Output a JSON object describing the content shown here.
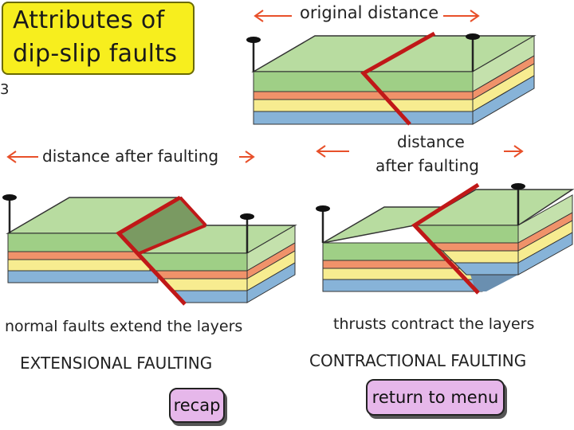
{
  "title": {
    "line1": "Attributes of",
    "line2": "dip-slip faults"
  },
  "slide_number": "3",
  "labels": {
    "original_distance": "original distance",
    "distance_after_faulting_left": "distance after faulting",
    "distance_after_faulting_right_line1": "distance",
    "distance_after_faulting_right_line2": "after faulting",
    "normal_caption": "normal faults extend the layers",
    "thrust_caption": "thrusts contract the layers",
    "extensional": "EXTENSIONAL FAULTING",
    "contractional": "CONTRACTIONAL FAULTING"
  },
  "buttons": {
    "recap": "recap",
    "return_to_menu": "return to menu"
  },
  "colors": {
    "top_green": "#b8dca0",
    "side_green": "#9fcf86",
    "orange": "#f0926a",
    "yellow": "#f7ec90",
    "blue": "#87b3d8",
    "right_side": "#c4e1ac",
    "fault_red": "#c01818",
    "arrow_orange": "#e8502a",
    "title_yellow": "#f7ee1e",
    "button_pink": "#e6b7ea"
  }
}
